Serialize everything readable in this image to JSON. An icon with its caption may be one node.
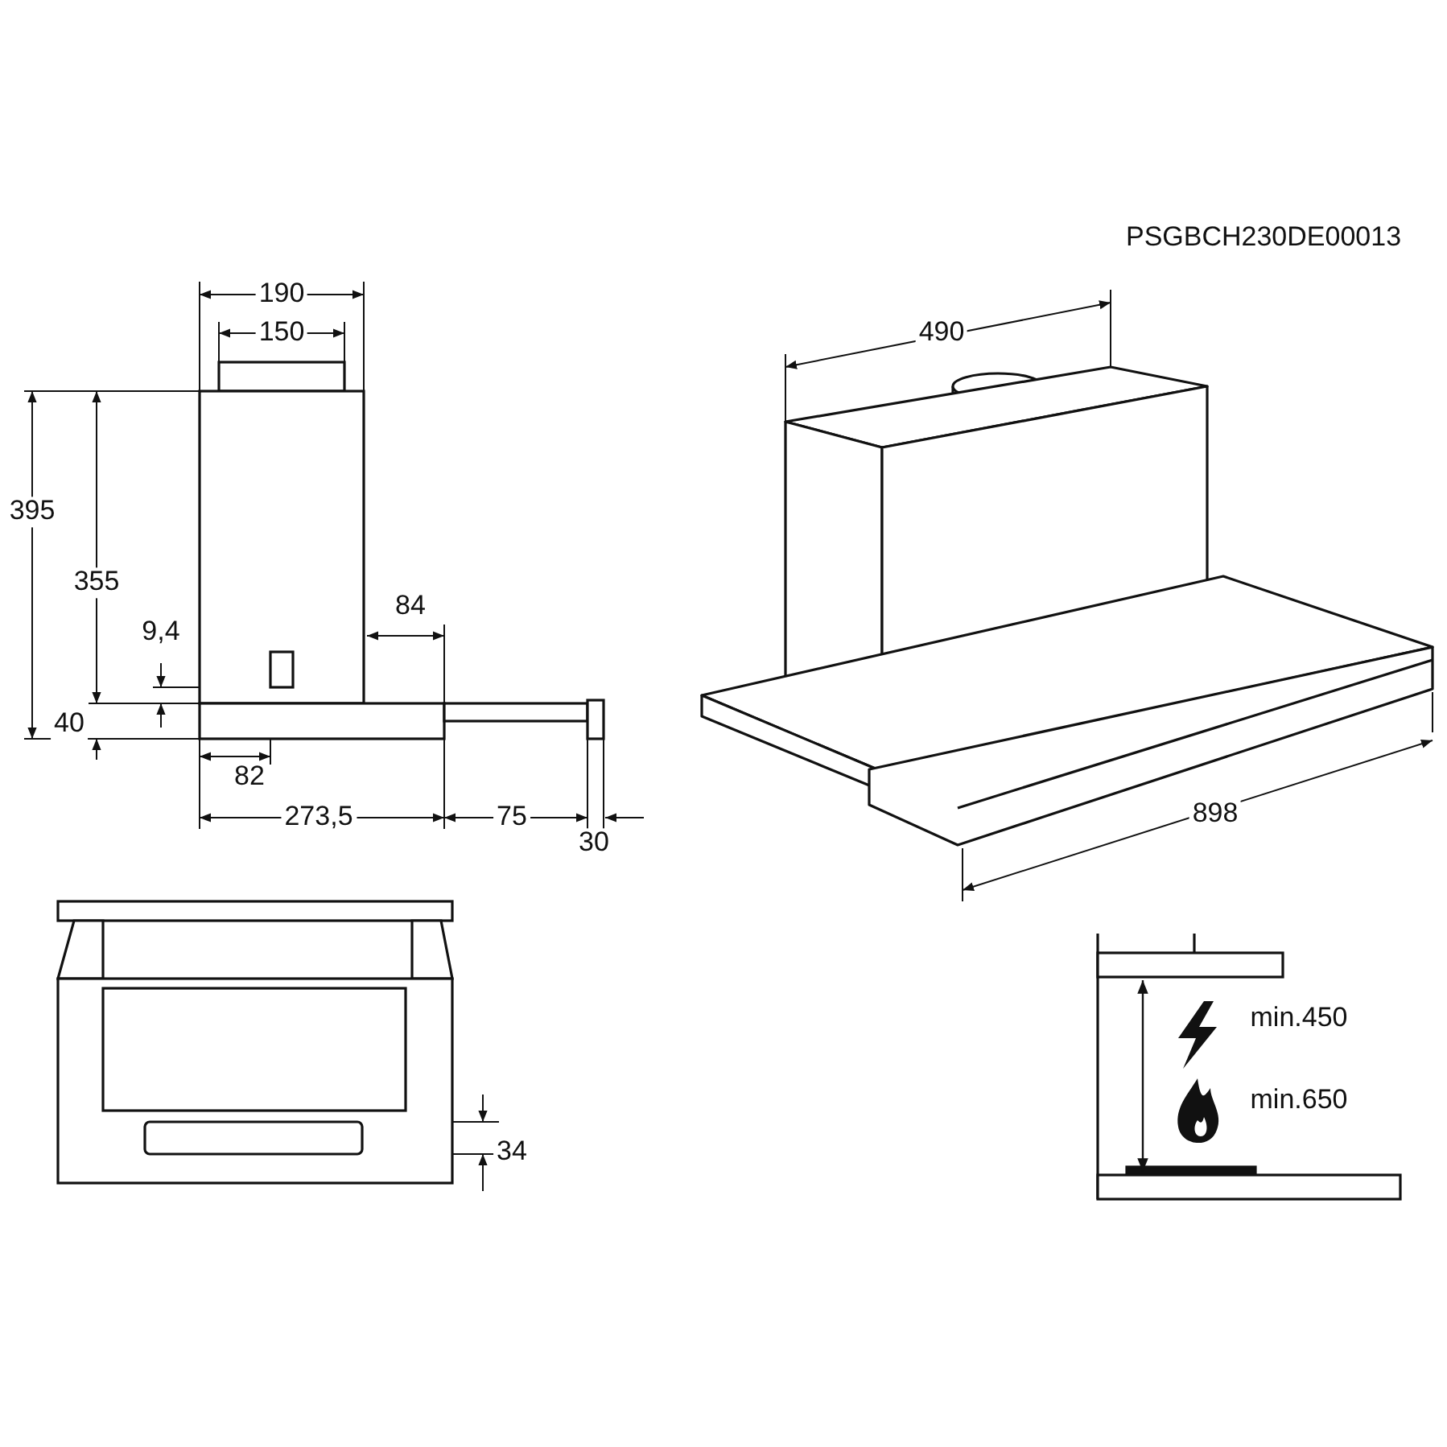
{
  "diagram": {
    "labels": [
      "PSGBCH230DE00013",
      "190",
      "150",
      "490",
      "395",
      "355",
      "84",
      "9,4",
      "40",
      "82",
      "273,5",
      "75",
      "30",
      "898",
      "34",
      "min.450",
      "min.650"
    ]
  }
}
